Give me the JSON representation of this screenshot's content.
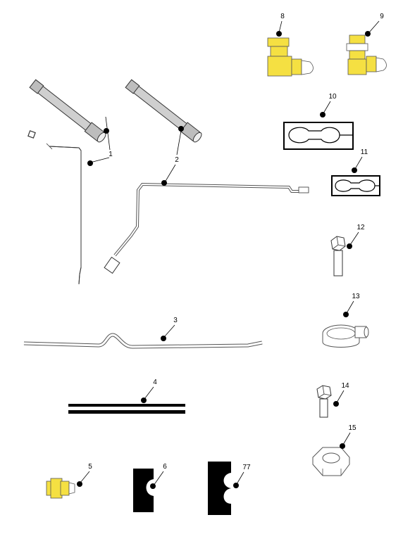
{
  "callouts": [
    {
      "id": "c1",
      "label": "1"
    },
    {
      "id": "c2",
      "label": "2"
    },
    {
      "id": "c3",
      "label": "3"
    },
    {
      "id": "c4",
      "label": "4"
    },
    {
      "id": "c5",
      "label": "5"
    },
    {
      "id": "c6",
      "label": "6"
    },
    {
      "id": "c7",
      "label": "77"
    },
    {
      "id": "c8",
      "label": "8"
    },
    {
      "id": "c9",
      "label": "9"
    },
    {
      "id": "c10",
      "label": "10"
    },
    {
      "id": "c11",
      "label": "11"
    },
    {
      "id": "c12",
      "label": "12"
    },
    {
      "id": "c13",
      "label": "13"
    },
    {
      "id": "c14",
      "label": "14"
    },
    {
      "id": "c15",
      "label": "15"
    }
  ],
  "colors": {
    "highlight": "#f5e042",
    "highlight_dark": "#d9c21f",
    "line": "#333333",
    "solid": "#000000",
    "tube_fill": "#cfcfcf"
  }
}
